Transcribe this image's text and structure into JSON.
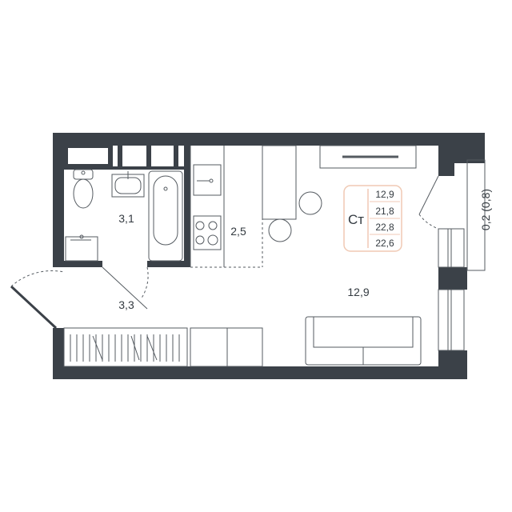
{
  "colors": {
    "wall": "#3b4148",
    "line": "#555b61",
    "legend_border": "#f0c9b4",
    "text": "#333a40"
  },
  "rooms": {
    "bathroom": "3,1",
    "hall": "3,3",
    "kitchen": "2,5",
    "living": "12,9",
    "balcony": "0,2 (0,8)"
  },
  "legend": {
    "type": "Ст",
    "values": [
      "12,9",
      "21,8",
      "22,8",
      "22,6"
    ]
  },
  "icons": [
    "toilet-icon",
    "sink-icon",
    "bathtub-icon",
    "stove-icon",
    "sofa-icon",
    "table-icon",
    "chair-icon",
    "wardrobe-icon",
    "door-icon",
    "window-icon"
  ]
}
